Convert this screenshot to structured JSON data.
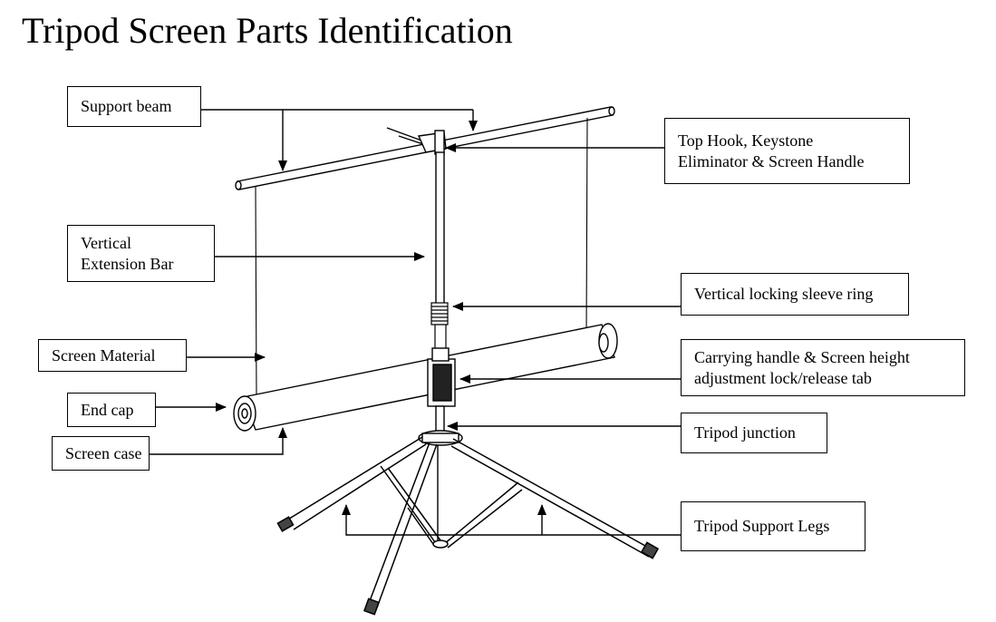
{
  "title": "Tripod Screen Parts Identification",
  "labels": {
    "support_beam": "Support beam",
    "top_hook": [
      "Top Hook, Keystone",
      "Eliminator & Screen Handle"
    ],
    "vertical_extension_bar": [
      "Vertical",
      "Extension Bar"
    ],
    "vertical_locking_sleeve_ring": "Vertical locking sleeve ring",
    "screen_material": "Screen Material",
    "carrying_handle": [
      "Carrying handle & Screen height",
      "adjustment lock/release tab"
    ],
    "end_cap": "End cap",
    "tripod_junction": "Tripod junction",
    "screen_case": "Screen case",
    "tripod_support_legs": "Tripod Support Legs"
  }
}
